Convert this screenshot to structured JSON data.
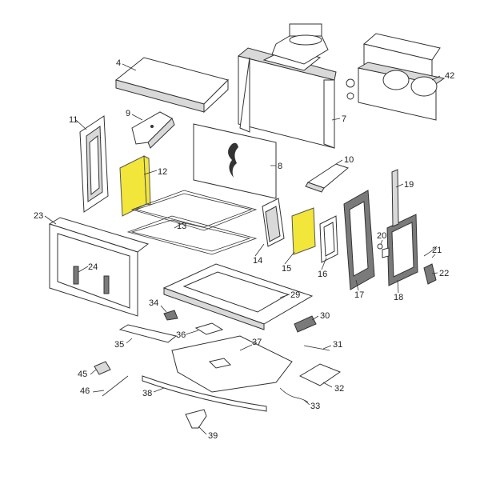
{
  "colors": {
    "highlight": "#f2e63b",
    "line": "#333333",
    "part_fill": "#ffffff",
    "shade": "#d9d9d9"
  },
  "labels": {
    "p4": "4",
    "p9": "9",
    "p11": "11",
    "p12": "12",
    "p13": "13",
    "p14": "14",
    "p15": "15",
    "p16": "16",
    "p17": "17",
    "p18": "18",
    "p19": "19",
    "p20": "20",
    "p21": "21",
    "p22": "22",
    "p23": "23",
    "p24": "24",
    "p29": "29",
    "p30": "30",
    "p31": "31",
    "p32": "32",
    "p33": "33",
    "p34": "34",
    "p35": "35",
    "p36": "36",
    "p37": "37",
    "p38": "38",
    "p39": "39",
    "p42": "42",
    "p45": "45",
    "p46": "46",
    "p7": "7",
    "p8": "8",
    "p10": "10"
  },
  "highlighted_parts": [
    "12",
    "15"
  ]
}
